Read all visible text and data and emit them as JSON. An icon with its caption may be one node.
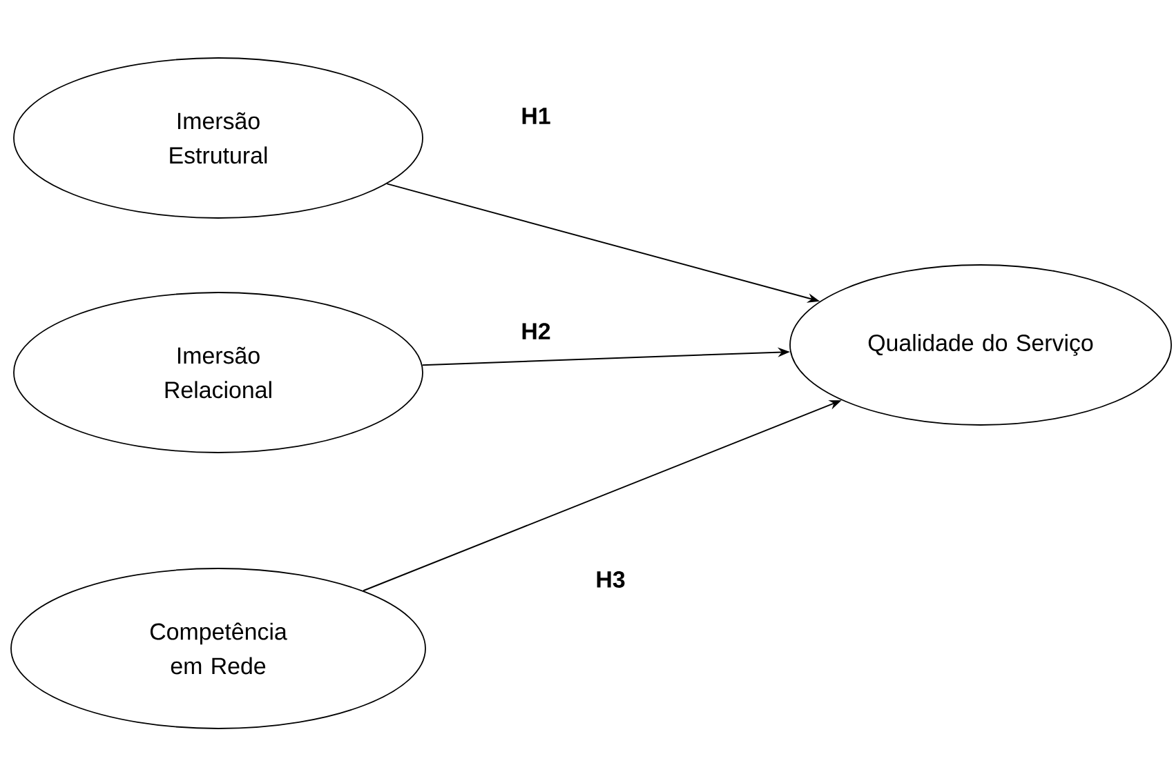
{
  "diagram": {
    "nodes": [
      {
        "text": [
          "Imersão Estrutural"
        ]
      },
      {
        "text": [
          "Imersão Relacional"
        ]
      },
      {
        "text": [
          "Competência em Rede"
        ]
      },
      {
        "text": [
          "Qualidade do Serviço"
        ]
      }
    ],
    "edges": [
      {
        "from": 0,
        "to": 3,
        "arrow": "to",
        "label": "H1"
      },
      {
        "from": 1,
        "to": 3,
        "arrow": "to",
        "label": "H2"
      },
      {
        "from": 2,
        "to": 3,
        "arrow": "to",
        "label": "H3"
      }
    ]
  }
}
